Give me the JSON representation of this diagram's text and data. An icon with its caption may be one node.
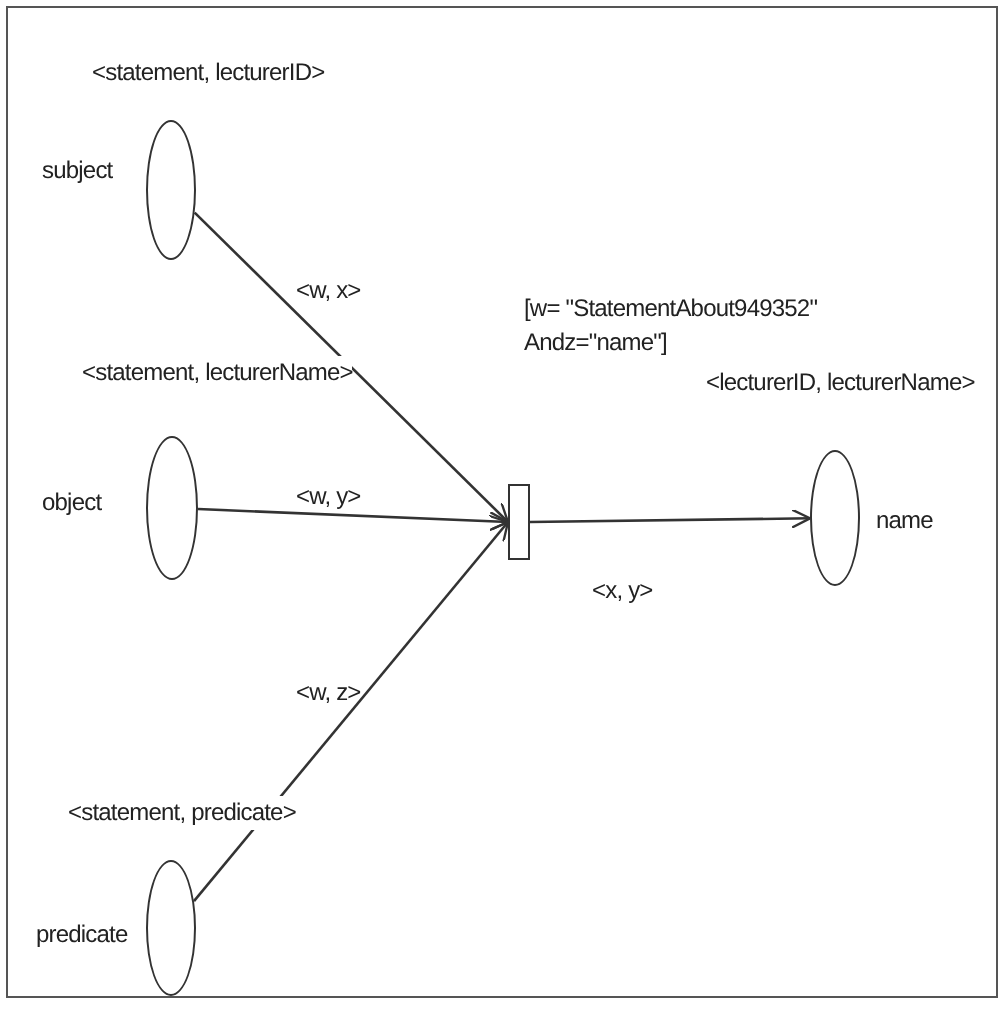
{
  "diagram": {
    "nodes": [
      {
        "text": [
          "<statement, lecturerID>",
          "subject"
        ]
      },
      {
        "text": [
          "<statement, lecturerName>",
          "object"
        ]
      },
      {
        "text": [
          "<statement, predicate>",
          "predicate"
        ]
      },
      {
        "text": [],
        "shape": "box"
      },
      {
        "text": [
          "<lecturerID, lecturerName>",
          "name"
        ]
      }
    ],
    "edges": [
      {
        "from": 0,
        "to": 3,
        "arrow": "to",
        "label": "<w, x>"
      },
      {
        "from": 1,
        "to": 3,
        "arrow": "to",
        "label": "<w, y>"
      },
      {
        "from": 2,
        "to": 3,
        "arrow": "to",
        "label": "<w, z>"
      },
      {
        "from": 3,
        "to": 4,
        "arrow": "to",
        "label": "<x, y>"
      }
    ],
    "labels": [
      "[w= \"StatementAbout949352\" Andz=\"name\"]"
    ]
  }
}
